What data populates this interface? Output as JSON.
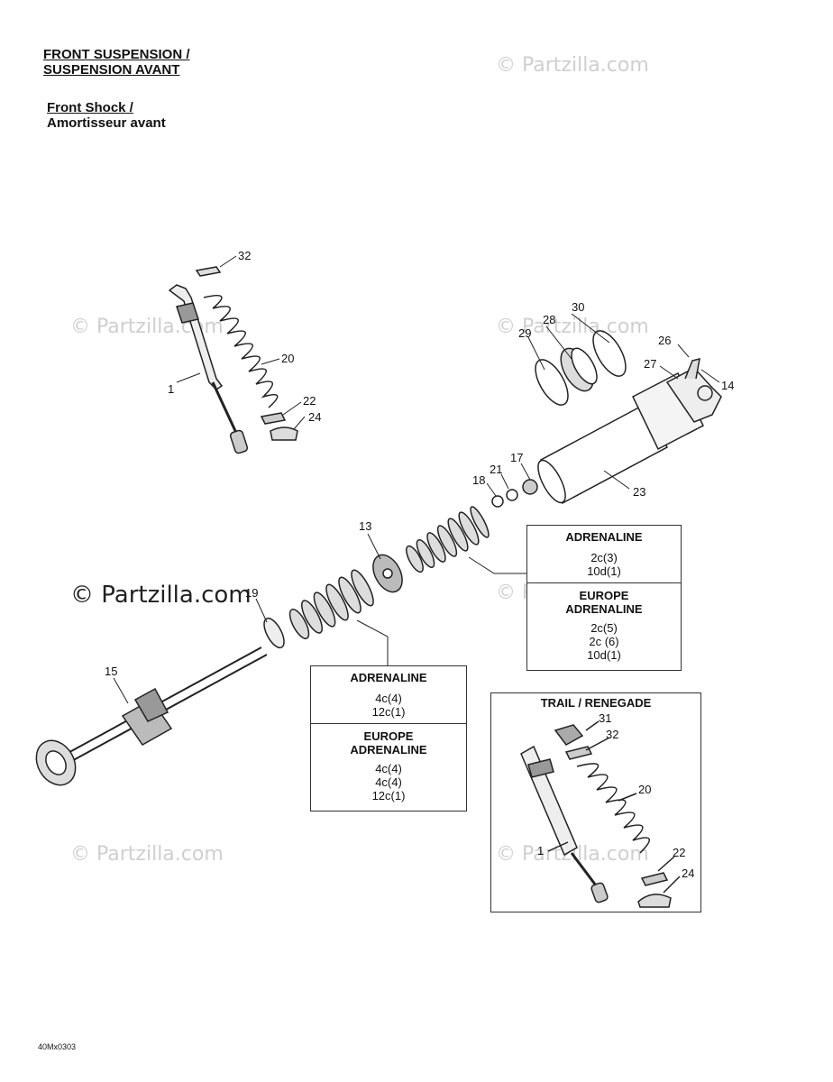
{
  "header": {
    "title_line1": "FRONT SUSPENSION /",
    "title_line2": "SUSPENSION AVANT",
    "subtitle_line1": "Front Shock /",
    "subtitle_line2": "Amortisseur avant"
  },
  "watermark": "© Partzilla.com",
  "callouts": {
    "c1_top": "1",
    "c20_top": "20",
    "c22_top": "22",
    "c24_top": "24",
    "c32_top": "32",
    "c30": "30",
    "c28": "28",
    "c29": "29",
    "c26": "26",
    "c27": "27",
    "c14": "14",
    "c23": "23",
    "c17": "17",
    "c21": "21",
    "c18": "18",
    "c13": "13",
    "c19": "19",
    "c15": "15",
    "c31_inset": "31",
    "c32_inset": "32",
    "c20_inset": "20",
    "c1_inset": "1",
    "c22_inset": "22",
    "c24_inset": "24"
  },
  "box_right": {
    "title1": "ADRENALINE",
    "lines1": [
      "2c(3)",
      "10d(1)"
    ],
    "title2a": "EUROPE",
    "title2b": "ADRENALINE",
    "lines2": [
      "2c(5)",
      "2c (6)",
      "10d(1)"
    ]
  },
  "box_center": {
    "title1": "ADRENALINE",
    "lines1": [
      "4c(4)",
      "12c(1)"
    ],
    "title2a": "EUROPE",
    "title2b": "ADRENALINE",
    "lines2": [
      "4c(4)",
      "4c(4)",
      "12c(1)"
    ]
  },
  "inset": {
    "title": "TRAIL / RENEGADE"
  },
  "footer": {
    "code": "40Mx0303"
  }
}
